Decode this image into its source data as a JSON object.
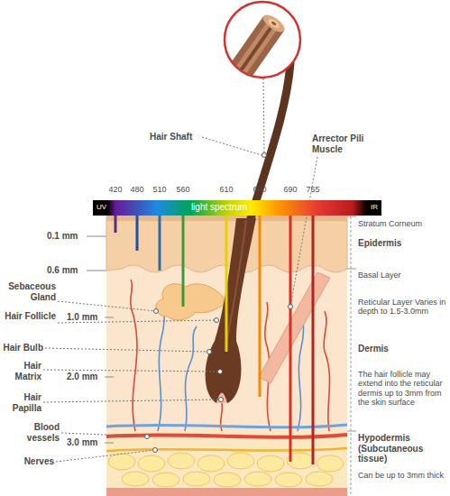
{
  "diagram": {
    "nodes": [
      {
        "text": [
          "UV",
          "light spectrum",
          "IR"
        ]
      }
    ],
    "labels": [
      "Hair Shaft",
      "Arrector Pili Muscle",
      "420",
      "480",
      "510",
      "560",
      "610",
      "640",
      "690",
      "755",
      "Stratum Corneum",
      "0.1 mm",
      "Epidermis",
      "0.6 mm",
      "Basal Layer",
      "Sebaceous Gland",
      "Hair Follicle",
      "1.0 mm",
      "Reticular Layer Varies in depth to 1.5-3.0mm",
      "Hair Bulb",
      "Dermis",
      "Hair Matrix",
      "2.0 mm",
      "The hair follicle may extend into the reticular dermis up to 3mm from the skin surface",
      "Hair Papilla",
      "Blood vessels",
      "3.0 mm",
      "Hypodermis (Subcutaneous tissue)",
      "Nerves",
      "Can be up to 3mm thick"
    ]
  }
}
